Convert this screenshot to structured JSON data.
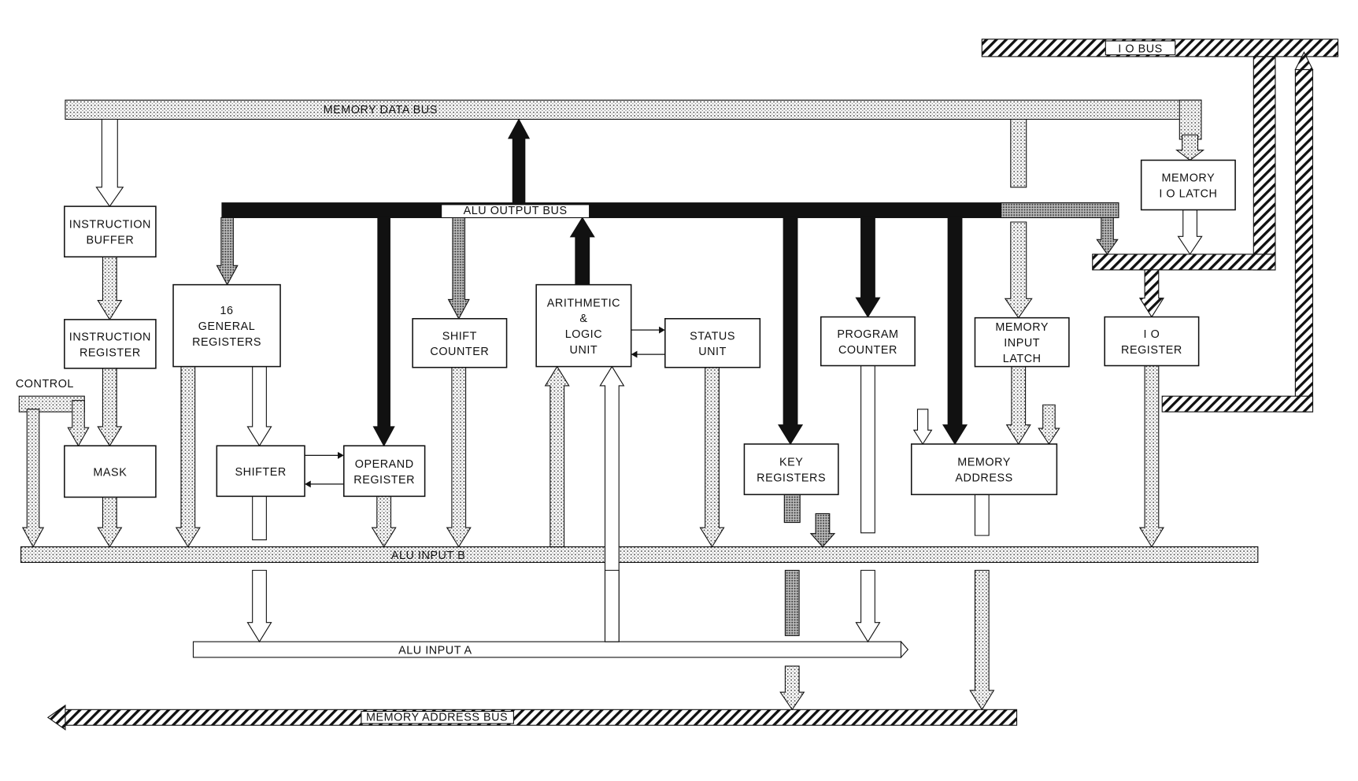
{
  "buses": {
    "memory_data_bus": "MEMORY DATA BUS",
    "alu_output_bus": "ALU OUTPUT BUS",
    "alu_input_b": "ALU INPUT B",
    "alu_input_a": "ALU INPUT A",
    "memory_address_bus": "MEMORY ADDRESS BUS",
    "io_bus": "I O BUS"
  },
  "control_label": "CONTROL",
  "blocks": {
    "instruction_buffer": [
      "INSTRUCTION",
      "BUFFER"
    ],
    "instruction_register": [
      "INSTRUCTION",
      "REGISTER"
    ],
    "mask": [
      "MASK"
    ],
    "general_registers": [
      "16",
      "GENERAL",
      "REGISTERS"
    ],
    "shifter": [
      "SHIFTER"
    ],
    "operand_register": [
      "OPERAND",
      "REGISTER"
    ],
    "shift_counter": [
      "SHIFT",
      "COUNTER"
    ],
    "alu": [
      "ARITHMETIC",
      "&",
      "LOGIC",
      "UNIT"
    ],
    "status_unit": [
      "STATUS",
      "UNIT"
    ],
    "key_registers": [
      "KEY",
      "REGISTERS"
    ],
    "program_counter": [
      "PROGRAM",
      "COUNTER"
    ],
    "memory_input_latch": [
      "MEMORY",
      "INPUT",
      "LATCH"
    ],
    "memory_address": [
      "MEMORY",
      "ADDRESS"
    ],
    "io_register": [
      "I O",
      "REGISTER"
    ],
    "memory_io_latch": [
      "MEMORY",
      "I O LATCH"
    ]
  }
}
